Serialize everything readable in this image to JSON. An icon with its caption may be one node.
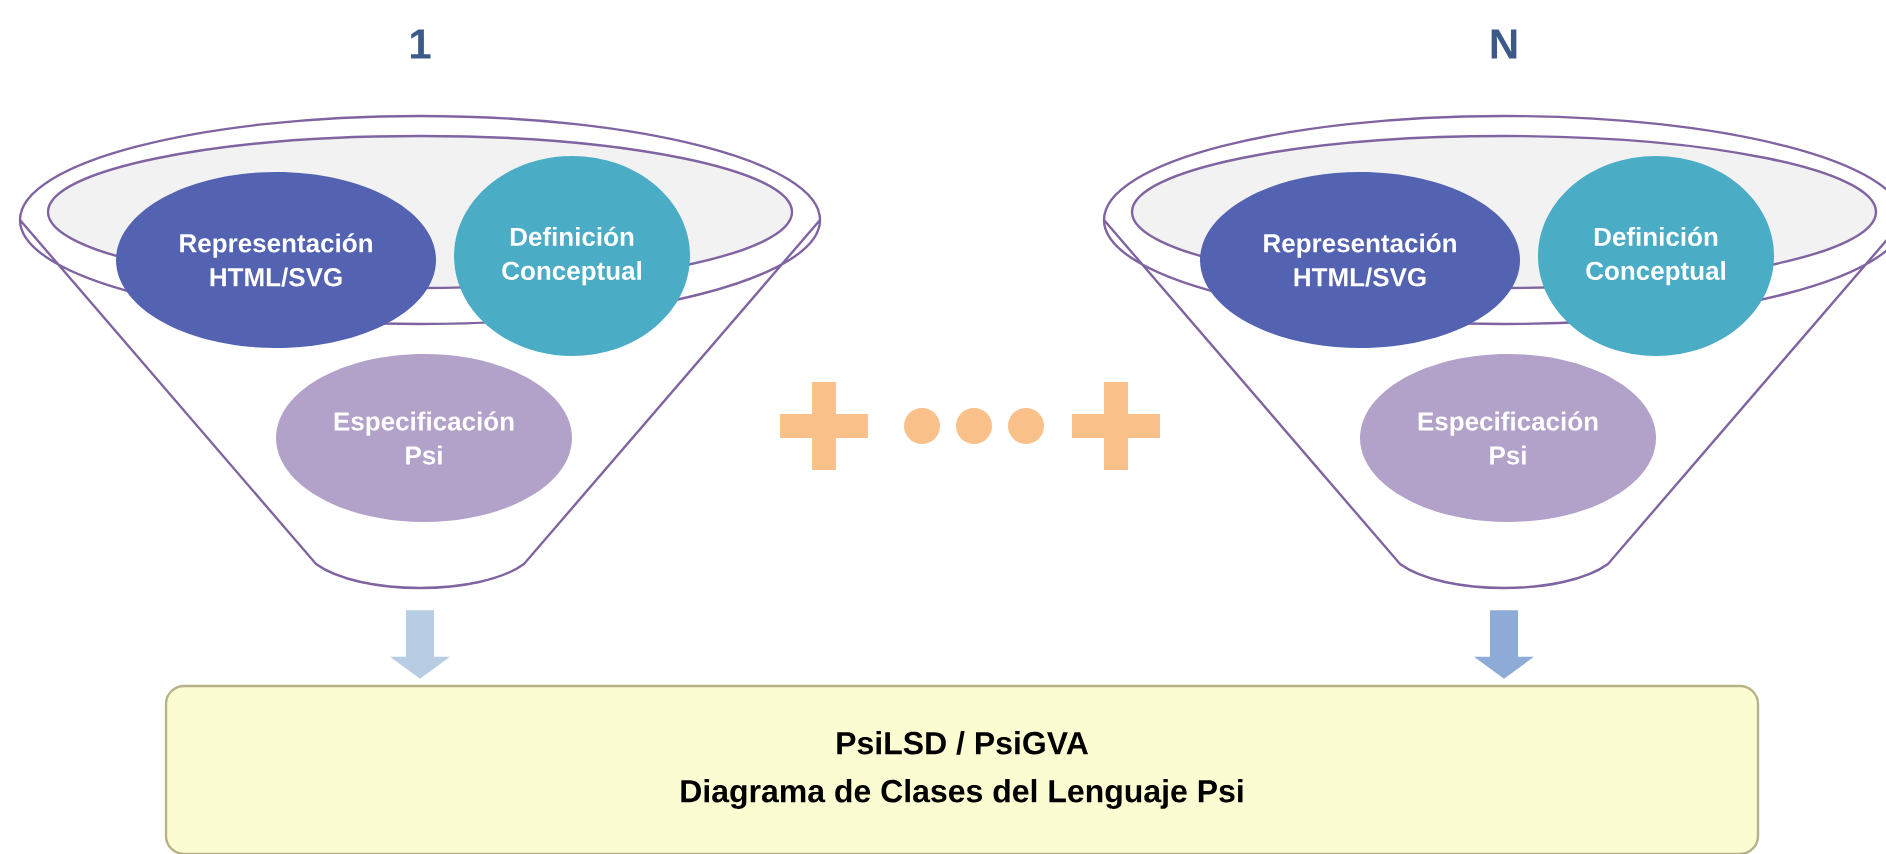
{
  "diagram": {
    "nodes": [
      {
        "text": [
          "1"
        ]
      },
      {
        "text": [
          "Representación HTML/SVG"
        ],
        "in": 0
      },
      {
        "text": [
          "Definición Conceptual"
        ],
        "in": 0
      },
      {
        "text": [
          "Especificación Psi"
        ],
        "in": 0
      },
      {
        "text": [
          "N"
        ]
      },
      {
        "text": [
          "Representación HTML/SVG"
        ],
        "in": 4
      },
      {
        "text": [
          "Definición Conceptual"
        ],
        "in": 4
      },
      {
        "text": [
          "Especificación Psi"
        ],
        "in": 4
      },
      {
        "text": [
          "PsiLSD / PsiGVA",
          "Diagrama de Clases del Lenguaje Psi"
        ]
      }
    ],
    "edges": [
      {
        "from": 0,
        "to": 8,
        "arrow": "to",
        "color": "#b8cce4"
      },
      {
        "from": 4,
        "to": 8,
        "arrow": "to",
        "color": "#8eaad6"
      }
    ]
  }
}
